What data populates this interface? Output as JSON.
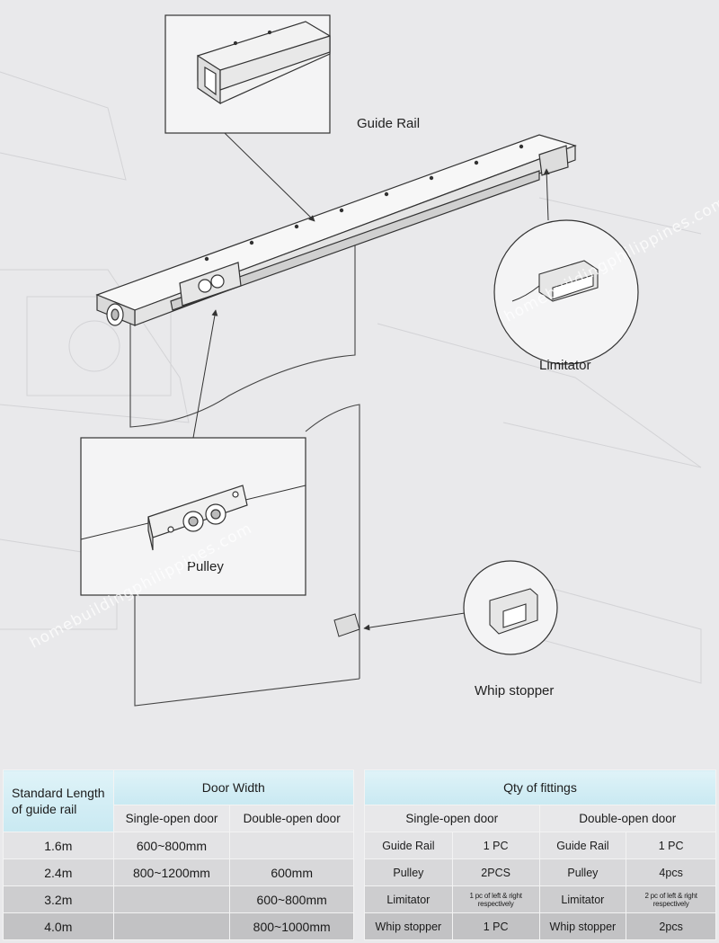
{
  "labels": {
    "guide_rail": "Guide Rail",
    "limitator": "Limitator",
    "pulley": "Pulley",
    "whip_stopper": "Whip stopper"
  },
  "watermark": "homebuildingphilippines.com",
  "length_table": {
    "col1_header_line1": "Standard Length",
    "col1_header_line2": "of guide rail",
    "door_width_header": "Door Width",
    "single_header": "Single-open door",
    "double_header": "Double-open door",
    "rows": [
      {
        "length": "1.6m",
        "single": "600~800mm",
        "double": ""
      },
      {
        "length": "2.4m",
        "single": "800~1200mm",
        "double": "600mm"
      },
      {
        "length": "3.2m",
        "single": "",
        "double": "600~800mm"
      },
      {
        "length": "4.0m",
        "single": "",
        "double": "800~1000mm"
      }
    ]
  },
  "fittings_table": {
    "header": "Qty of fittings",
    "single_header": "Single-open door",
    "double_header": "Double-open door",
    "rows": [
      {
        "item": "Guide Rail",
        "single_qty": "1 PC",
        "item2": "Guide Rail",
        "double_qty": "1 PC"
      },
      {
        "item": "Pulley",
        "single_qty": "2PCS",
        "item2": "Pulley",
        "double_qty": "4pcs"
      },
      {
        "item": "Limitator",
        "single_qty": "1 pc of left & right respectively",
        "item2": "Limitator",
        "double_qty": "2 pc of left & right respectively"
      },
      {
        "item": "Whip stopper",
        "single_qty": "1 PC",
        "item2": "Whip stopper",
        "double_qty": "2pcs"
      }
    ]
  }
}
